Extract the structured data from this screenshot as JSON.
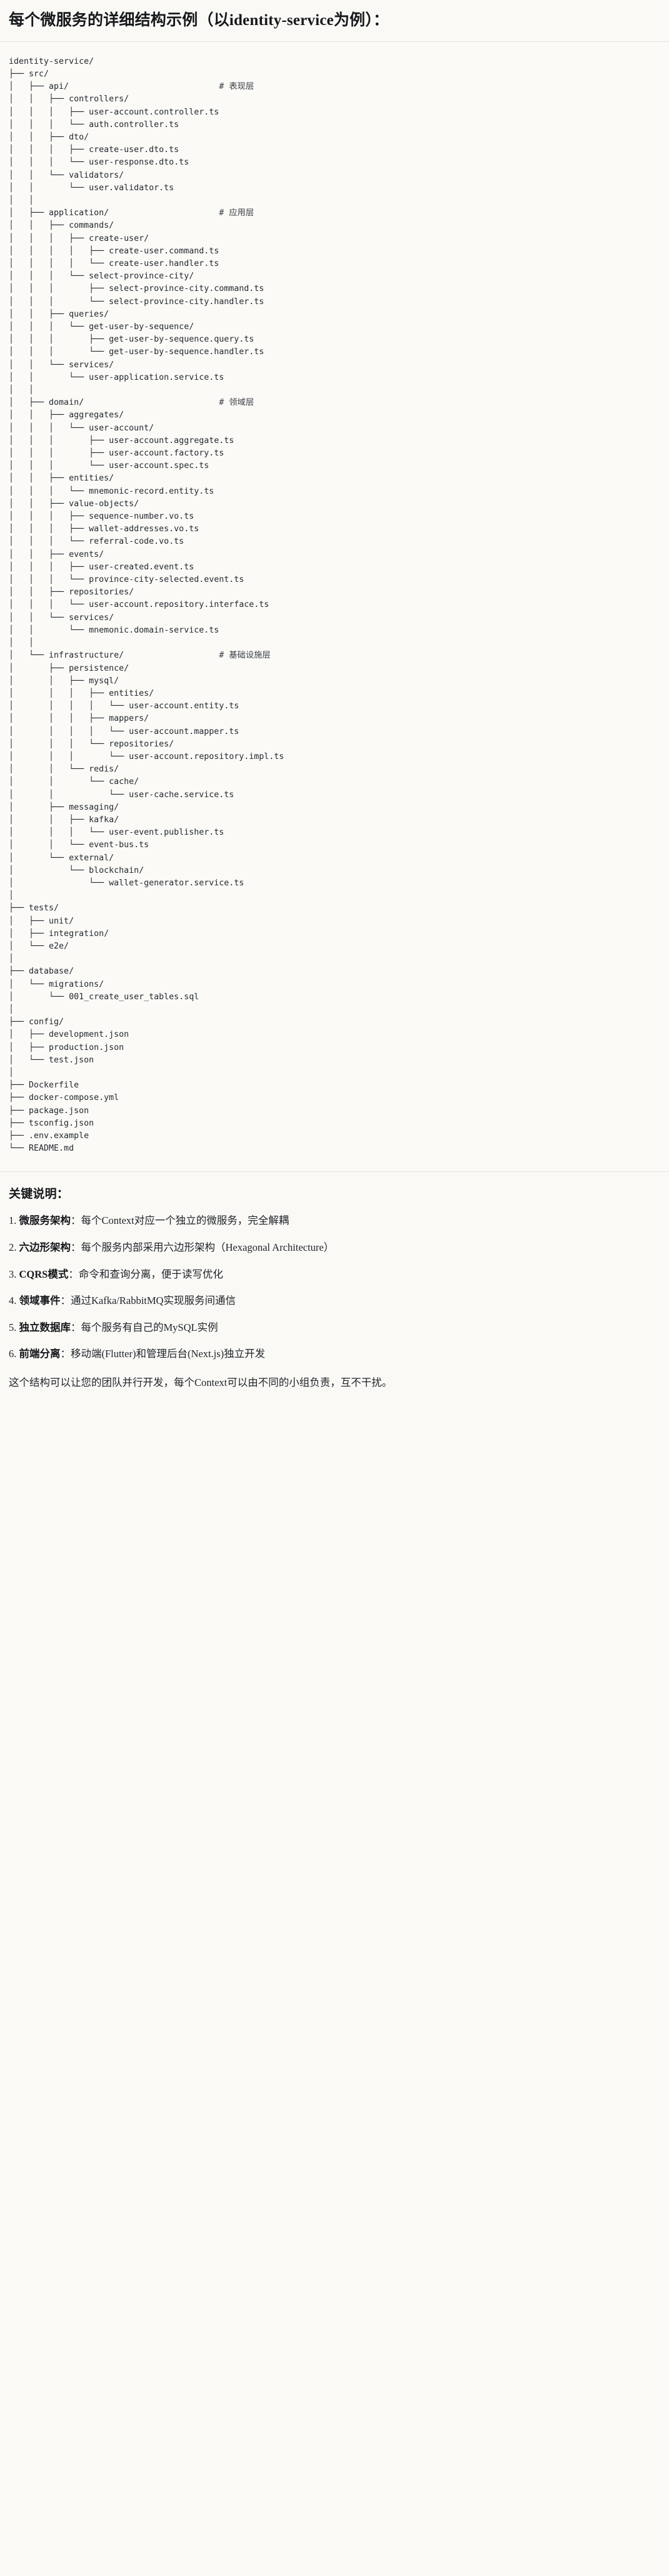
{
  "heading": "每个微服务的详细结构示例（以identity-service为例）：",
  "tree": {
    "root_label": "identity-service/",
    "comments": {
      "api": "# 表现层",
      "application": "# 应用层",
      "domain": "# 领域层",
      "infrastructure": "# 基础设施层"
    },
    "lines": [
      "identity-service/",
      "├── src/",
      "│   ├── api/                              # 表现层",
      "│   │   ├── controllers/",
      "│   │   │   ├── user-account.controller.ts",
      "│   │   │   └── auth.controller.ts",
      "│   │   ├── dto/",
      "│   │   │   ├── create-user.dto.ts",
      "│   │   │   └── user-response.dto.ts",
      "│   │   └── validators/",
      "│   │       └── user.validator.ts",
      "│   │",
      "│   ├── application/                      # 应用层",
      "│   │   ├── commands/",
      "│   │   │   ├── create-user/",
      "│   │   │   │   ├── create-user.command.ts",
      "│   │   │   │   └── create-user.handler.ts",
      "│   │   │   └── select-province-city/",
      "│   │   │       ├── select-province-city.command.ts",
      "│   │   │       └── select-province-city.handler.ts",
      "│   │   ├── queries/",
      "│   │   │   └── get-user-by-sequence/",
      "│   │   │       ├── get-user-by-sequence.query.ts",
      "│   │   │       └── get-user-by-sequence.handler.ts",
      "│   │   └── services/",
      "│   │       └── user-application.service.ts",
      "│   │",
      "│   ├── domain/                           # 领域层",
      "│   │   ├── aggregates/",
      "│   │   │   └── user-account/",
      "│   │   │       ├── user-account.aggregate.ts",
      "│   │   │       ├── user-account.factory.ts",
      "│   │   │       └── user-account.spec.ts",
      "│   │   ├── entities/",
      "│   │   │   └── mnemonic-record.entity.ts",
      "│   │   ├── value-objects/",
      "│   │   │   ├── sequence-number.vo.ts",
      "│   │   │   ├── wallet-addresses.vo.ts",
      "│   │   │   └── referral-code.vo.ts",
      "│   │   ├── events/",
      "│   │   │   ├── user-created.event.ts",
      "│   │   │   └── province-city-selected.event.ts",
      "│   │   ├── repositories/",
      "│   │   │   └── user-account.repository.interface.ts",
      "│   │   └── services/",
      "│   │       └── mnemonic.domain-service.ts",
      "│   │",
      "│   └── infrastructure/                   # 基础设施层",
      "│       ├── persistence/",
      "│       │   ├── mysql/",
      "│       │   │   ├── entities/",
      "│       │   │   │   └── user-account.entity.ts",
      "│       │   │   ├── mappers/",
      "│       │   │   │   └── user-account.mapper.ts",
      "│       │   │   └── repositories/",
      "│       │   │       └── user-account.repository.impl.ts",
      "│       │   └── redis/",
      "│       │       └── cache/",
      "│       │           └── user-cache.service.ts",
      "│       ├── messaging/",
      "│       │   ├── kafka/",
      "│       │   │   └── user-event.publisher.ts",
      "│       │   └── event-bus.ts",
      "│       └── external/",
      "│           └── blockchain/",
      "│               └── wallet-generator.service.ts",
      "│",
      "├── tests/",
      "│   ├── unit/",
      "│   ├── integration/",
      "│   └── e2e/",
      "│",
      "├── database/",
      "│   └── migrations/",
      "│       └── 001_create_user_tables.sql",
      "│",
      "├── config/",
      "│   ├── development.json",
      "│   ├── production.json",
      "│   └── test.json",
      "│",
      "├── Dockerfile",
      "├── docker-compose.yml",
      "├── package.json",
      "├── tsconfig.json",
      "├── .env.example",
      "└── README.md"
    ]
  },
  "notes": {
    "title": "关键说明：",
    "separator": "：",
    "items": [
      {
        "term": "微服务架构",
        "desc": "每个Context对应一个独立的微服务，完全解耦"
      },
      {
        "term": "六边形架构",
        "desc": "每个服务内部采用六边形架构（Hexagonal Architecture）"
      },
      {
        "term": "CQRS模式",
        "desc": "命令和查询分离，便于读写优化"
      },
      {
        "term": "领域事件",
        "desc": "通过Kafka/RabbitMQ实现服务间通信"
      },
      {
        "term": "独立数据库",
        "desc": "每个服务有自己的MySQL实例"
      },
      {
        "term": "前端分离",
        "desc": "移动端(Flutter)和管理后台(Next.js)独立开发"
      }
    ],
    "closing": "这个结构可以让您的团队并行开发，每个Context可以由不同的小组负责，互不干扰。"
  },
  "colors": {
    "page_bg": "#faf9f6",
    "code_bg": "#fbfaf7",
    "text": "#1f2328",
    "rule": "#e6e3dc",
    "code_text": "#24292f"
  }
}
